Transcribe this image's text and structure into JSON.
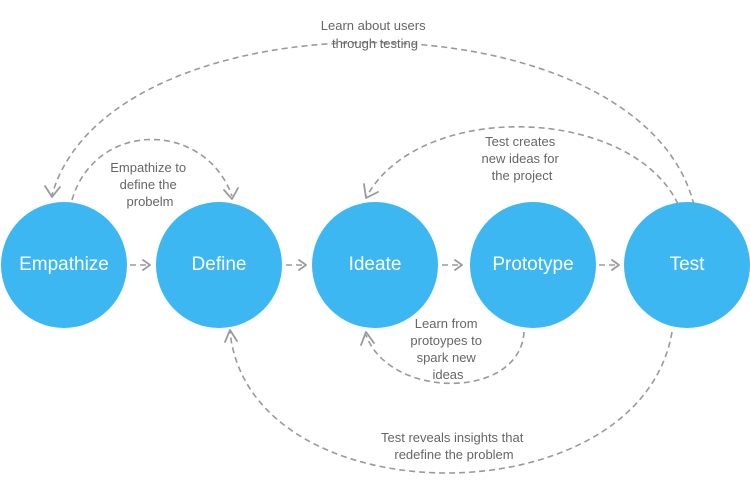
{
  "colors": {
    "node_fill": "#3db7f2",
    "node_text": "#ffffff",
    "connector": "#9a9a9a",
    "annotation_text": "#666666",
    "background": "#ffffff"
  },
  "stages": [
    {
      "id": "empathize",
      "label": "Empathize"
    },
    {
      "id": "define",
      "label": "Define"
    },
    {
      "id": "ideate",
      "label": "Ideate"
    },
    {
      "id": "prototype",
      "label": "Prototype"
    },
    {
      "id": "test",
      "label": "Test"
    }
  ],
  "connections": [
    {
      "from": "empathize",
      "to": "define",
      "kind": "forward"
    },
    {
      "from": "define",
      "to": "ideate",
      "kind": "forward"
    },
    {
      "from": "ideate",
      "to": "prototype",
      "kind": "forward"
    },
    {
      "from": "prototype",
      "to": "test",
      "kind": "forward"
    },
    {
      "from": "empathize",
      "to": "define",
      "kind": "loop",
      "lines": [
        "Empathize to",
        "define the",
        "probelm"
      ]
    },
    {
      "from": "test",
      "to": "empathize",
      "kind": "loop",
      "lines": [
        "Learn about users",
        "through testing"
      ]
    },
    {
      "from": "test",
      "to": "ideate",
      "kind": "loop",
      "lines": [
        "Test creates",
        "new ideas for",
        "the project"
      ]
    },
    {
      "from": "prototype",
      "to": "ideate",
      "kind": "loop",
      "lines": [
        "Learn from",
        "protoypes to",
        "spark new",
        "ideas"
      ]
    },
    {
      "from": "test",
      "to": "define",
      "kind": "loop",
      "lines": [
        "Test reveals insights that",
        "redefine the problem"
      ]
    }
  ]
}
